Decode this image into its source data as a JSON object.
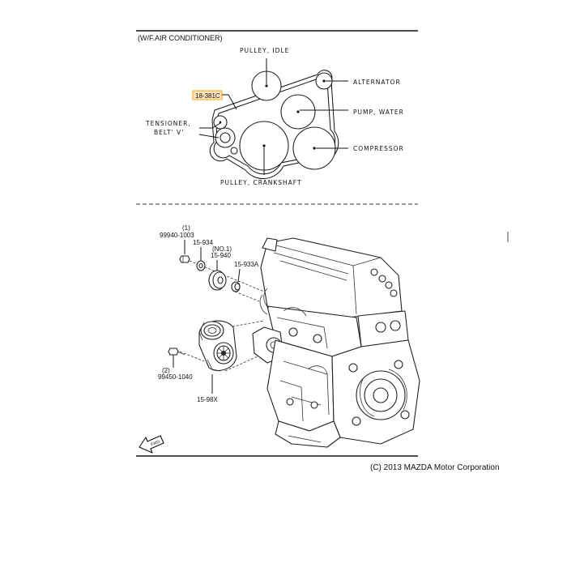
{
  "header": {
    "title": "(W/F.AIR CONDITIONER)"
  },
  "belt_diagram": {
    "labels": {
      "pulley_idle": "PULLEY, IDLE",
      "alternator": "ALTERNATOR",
      "pump_water": "PUMP, WATER",
      "compressor": "COMPRESSOR",
      "pulley_crankshaft": "PULLEY, CRANKSHAFT",
      "tensioner_line1": "TENSIONER,",
      "tensioner_line2": "BELT' V'"
    },
    "highlight_part": {
      "label": "18-381C",
      "color": "#f5a623",
      "fill": "#fde3b8"
    }
  },
  "exploded_view": {
    "parts": {
      "bolt_top_qty": "(1)",
      "bolt_top_pn": "99940-1003",
      "p15934": "15-934",
      "p15940_note": "(NO.1)",
      "p15940": "15-940",
      "p15933a": "15-933A",
      "bolt_lower_qty": "(2)",
      "bolt_lower_pn": "99450-1040",
      "p1598x": "15-98X"
    },
    "front_arrow_label": "FWD"
  },
  "footer": {
    "copyright": "(C) 2013 MAZDA Motor Corporation"
  }
}
